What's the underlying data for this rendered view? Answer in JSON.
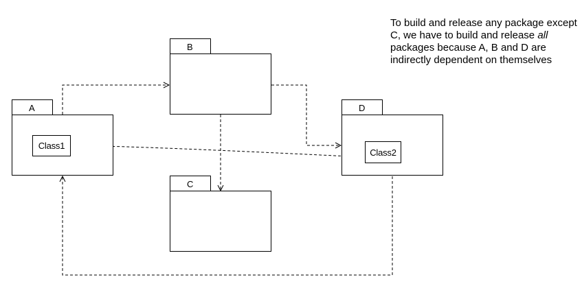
{
  "packages": {
    "a": {
      "label": "A"
    },
    "b": {
      "label": "B"
    },
    "c": {
      "label": "C"
    },
    "d": {
      "label": "D"
    }
  },
  "classes": {
    "class1": {
      "label": "Class1"
    },
    "class2": {
      "label": "Class2"
    }
  },
  "note": {
    "part1": "To build and release any package except C, we have to build and release ",
    "emphasis": "all",
    "part2": " packages because A, B and D are indirectly dependent on themselves"
  },
  "colors": {
    "line": "#000000",
    "background": "#ffffff"
  }
}
